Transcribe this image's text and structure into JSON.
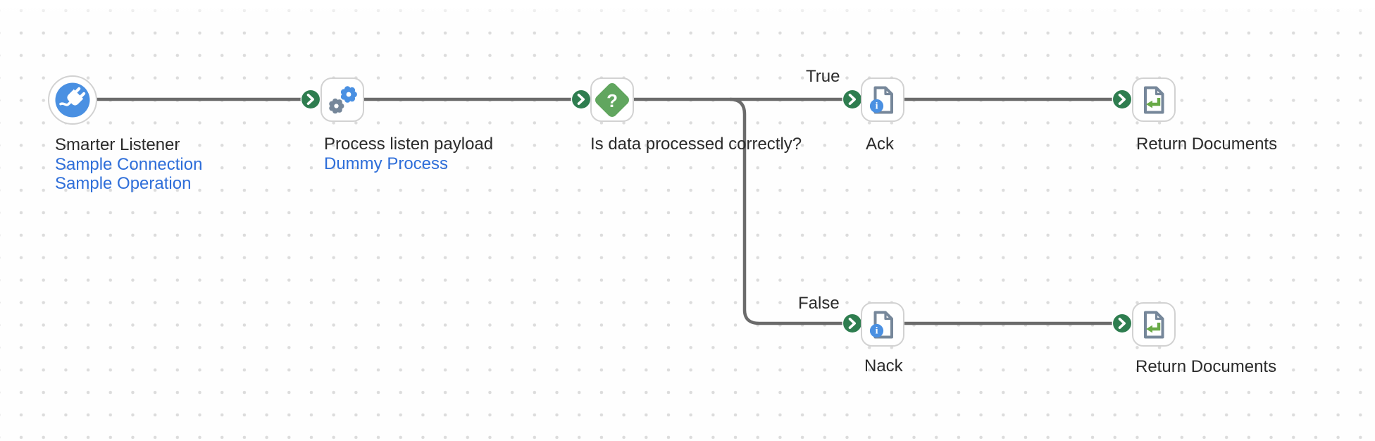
{
  "flow": {
    "nodes": [
      {
        "name": "Smarter Listener",
        "icon": "plug-icon",
        "connection_link": "Sample Connection",
        "operation_link": "Sample Operation"
      },
      {
        "name": "Process listen payload",
        "icon": "gears-icon",
        "process_link": "Dummy Process"
      },
      {
        "name": "Is data processed correctly?",
        "icon": "decision-question-icon"
      },
      {
        "name": "Ack",
        "icon": "document-info-icon"
      },
      {
        "name": "Return Documents",
        "icon": "document-return-icon"
      },
      {
        "name": "Nack",
        "icon": "document-info-icon"
      },
      {
        "name": "Return Documents",
        "icon": "document-return-icon"
      }
    ],
    "branch_labels": {
      "true": "True",
      "false": "False"
    }
  },
  "icons": {
    "decision_glyph": "?",
    "info_glyph": "i"
  },
  "colors": {
    "wire_gray": "#6b6b6b",
    "connector_green": "#2e7d4f",
    "decision_green": "#61a65f",
    "icon_blue": "#4a90e2",
    "icon_slate": "#76879a",
    "return_arrow_green": "#69aa47",
    "link_blue": "#2e6ed9",
    "label_text": "#2b2b2b",
    "node_border": "#d2d2d2",
    "grid_dot": "#dcdcdc"
  }
}
